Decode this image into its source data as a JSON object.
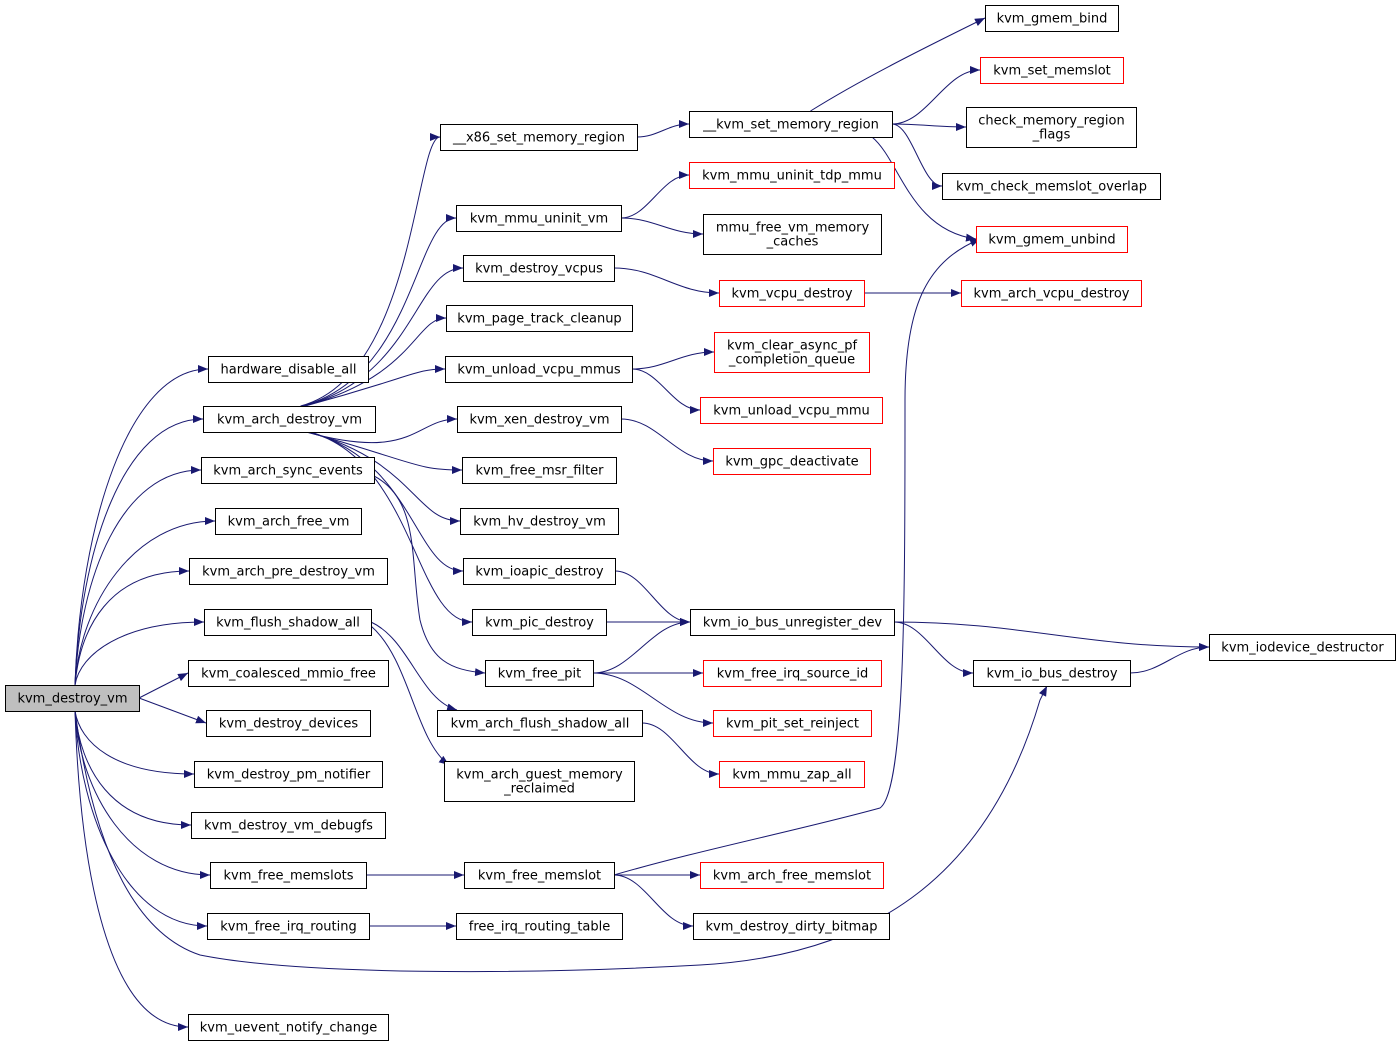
{
  "colors": {
    "edge": "#191970",
    "root_fill": "#bfbfbf",
    "node_fill": "#ffffff",
    "node_border": "#000000",
    "truncated_border": "#ff0000"
  },
  "nodes": {
    "kvm_destroy_vm": {
      "lines": [
        "kvm_destroy_vm"
      ],
      "kind": "root"
    },
    "hardware_disable_all": {
      "lines": [
        "hardware_disable_all"
      ],
      "kind": "normal"
    },
    "kvm_arch_destroy_vm": {
      "lines": [
        "kvm_arch_destroy_vm"
      ],
      "kind": "normal"
    },
    "kvm_arch_sync_events": {
      "lines": [
        "kvm_arch_sync_events"
      ],
      "kind": "normal"
    },
    "kvm_arch_free_vm": {
      "lines": [
        "kvm_arch_free_vm"
      ],
      "kind": "normal"
    },
    "kvm_arch_pre_destroy_vm": {
      "lines": [
        "kvm_arch_pre_destroy_vm"
      ],
      "kind": "normal"
    },
    "kvm_flush_shadow_all": {
      "lines": [
        "kvm_flush_shadow_all"
      ],
      "kind": "normal"
    },
    "kvm_coalesced_mmio_free": {
      "lines": [
        "kvm_coalesced_mmio_free"
      ],
      "kind": "normal"
    },
    "kvm_destroy_devices": {
      "lines": [
        "kvm_destroy_devices"
      ],
      "kind": "normal"
    },
    "kvm_destroy_pm_notifier": {
      "lines": [
        "kvm_destroy_pm_notifier"
      ],
      "kind": "normal"
    },
    "kvm_destroy_vm_debugfs": {
      "lines": [
        "kvm_destroy_vm_debugfs"
      ],
      "kind": "normal"
    },
    "kvm_free_memslots": {
      "lines": [
        "kvm_free_memslots"
      ],
      "kind": "normal"
    },
    "kvm_free_irq_routing": {
      "lines": [
        "kvm_free_irq_routing"
      ],
      "kind": "normal"
    },
    "kvm_uevent_notify_change": {
      "lines": [
        "kvm_uevent_notify_change"
      ],
      "kind": "normal"
    },
    "__x86_set_memory_region": {
      "lines": [
        "__x86_set_memory_region"
      ],
      "kind": "normal"
    },
    "kvm_mmu_uninit_vm": {
      "lines": [
        "kvm_mmu_uninit_vm"
      ],
      "kind": "normal"
    },
    "kvm_destroy_vcpus": {
      "lines": [
        "kvm_destroy_vcpus"
      ],
      "kind": "normal"
    },
    "kvm_page_track_cleanup": {
      "lines": [
        "kvm_page_track_cleanup"
      ],
      "kind": "normal"
    },
    "kvm_unload_vcpu_mmus": {
      "lines": [
        "kvm_unload_vcpu_mmus"
      ],
      "kind": "normal"
    },
    "kvm_xen_destroy_vm": {
      "lines": [
        "kvm_xen_destroy_vm"
      ],
      "kind": "normal"
    },
    "kvm_free_msr_filter": {
      "lines": [
        "kvm_free_msr_filter"
      ],
      "kind": "normal"
    },
    "kvm_hv_destroy_vm": {
      "lines": [
        "kvm_hv_destroy_vm"
      ],
      "kind": "normal"
    },
    "kvm_ioapic_destroy": {
      "lines": [
        "kvm_ioapic_destroy"
      ],
      "kind": "normal"
    },
    "kvm_pic_destroy": {
      "lines": [
        "kvm_pic_destroy"
      ],
      "kind": "normal"
    },
    "kvm_free_pit": {
      "lines": [
        "kvm_free_pit"
      ],
      "kind": "normal"
    },
    "kvm_arch_flush_shadow_all": {
      "lines": [
        "kvm_arch_flush_shadow_all"
      ],
      "kind": "normal"
    },
    "kvm_arch_guest_memory_reclaimed": {
      "lines": [
        "kvm_arch_guest_memory",
        "_reclaimed"
      ],
      "kind": "normal"
    },
    "kvm_free_memslot": {
      "lines": [
        "kvm_free_memslot"
      ],
      "kind": "normal"
    },
    "free_irq_routing_table": {
      "lines": [
        "free_irq_routing_table"
      ],
      "kind": "normal"
    },
    "__kvm_set_memory_region": {
      "lines": [
        "__kvm_set_memory_region"
      ],
      "kind": "normal"
    },
    "kvm_mmu_uninit_tdp_mmu": {
      "lines": [
        "kvm_mmu_uninit_tdp_mmu"
      ],
      "kind": "truncated"
    },
    "mmu_free_vm_memory_caches": {
      "lines": [
        "mmu_free_vm_memory",
        "_caches"
      ],
      "kind": "normal"
    },
    "kvm_vcpu_destroy": {
      "lines": [
        "kvm_vcpu_destroy"
      ],
      "kind": "truncated"
    },
    "kvm_clear_async_pf_completion_queue": {
      "lines": [
        "kvm_clear_async_pf",
        "_completion_queue"
      ],
      "kind": "truncated"
    },
    "kvm_unload_vcpu_mmu": {
      "lines": [
        "kvm_unload_vcpu_mmu"
      ],
      "kind": "truncated"
    },
    "kvm_gpc_deactivate": {
      "lines": [
        "kvm_gpc_deactivate"
      ],
      "kind": "truncated"
    },
    "kvm_io_bus_unregister_dev": {
      "lines": [
        "kvm_io_bus_unregister_dev"
      ],
      "kind": "normal"
    },
    "kvm_free_irq_source_id": {
      "lines": [
        "kvm_free_irq_source_id"
      ],
      "kind": "truncated"
    },
    "kvm_pit_set_reinject": {
      "lines": [
        "kvm_pit_set_reinject"
      ],
      "kind": "truncated"
    },
    "kvm_mmu_zap_all": {
      "lines": [
        "kvm_mmu_zap_all"
      ],
      "kind": "truncated"
    },
    "kvm_arch_free_memslot": {
      "lines": [
        "kvm_arch_free_memslot"
      ],
      "kind": "truncated"
    },
    "kvm_destroy_dirty_bitmap": {
      "lines": [
        "kvm_destroy_dirty_bitmap"
      ],
      "kind": "normal"
    },
    "kvm_gmem_bind": {
      "lines": [
        "kvm_gmem_bind"
      ],
      "kind": "normal"
    },
    "kvm_set_memslot": {
      "lines": [
        "kvm_set_memslot"
      ],
      "kind": "truncated"
    },
    "check_memory_region_flags": {
      "lines": [
        "check_memory_region",
        "_flags"
      ],
      "kind": "normal"
    },
    "kvm_check_memslot_overlap": {
      "lines": [
        "kvm_check_memslot_overlap"
      ],
      "kind": "normal"
    },
    "kvm_gmem_unbind": {
      "lines": [
        "kvm_gmem_unbind"
      ],
      "kind": "truncated"
    },
    "kvm_arch_vcpu_destroy": {
      "lines": [
        "kvm_arch_vcpu_destroy"
      ],
      "kind": "truncated"
    },
    "kvm_io_bus_destroy": {
      "lines": [
        "kvm_io_bus_destroy"
      ],
      "kind": "normal"
    },
    "kvm_iodevice_destructor": {
      "lines": [
        "kvm_iodevice_destructor"
      ],
      "kind": "normal"
    }
  },
  "edges": [
    [
      "kvm_destroy_vm",
      "hardware_disable_all"
    ],
    [
      "kvm_destroy_vm",
      "kvm_arch_destroy_vm"
    ],
    [
      "kvm_destroy_vm",
      "kvm_arch_sync_events"
    ],
    [
      "kvm_destroy_vm",
      "kvm_arch_free_vm"
    ],
    [
      "kvm_destroy_vm",
      "kvm_arch_pre_destroy_vm"
    ],
    [
      "kvm_destroy_vm",
      "kvm_flush_shadow_all"
    ],
    [
      "kvm_destroy_vm",
      "kvm_coalesced_mmio_free"
    ],
    [
      "kvm_destroy_vm",
      "kvm_destroy_devices"
    ],
    [
      "kvm_destroy_vm",
      "kvm_destroy_pm_notifier"
    ],
    [
      "kvm_destroy_vm",
      "kvm_destroy_vm_debugfs"
    ],
    [
      "kvm_destroy_vm",
      "kvm_free_memslots"
    ],
    [
      "kvm_destroy_vm",
      "kvm_free_irq_routing"
    ],
    [
      "kvm_destroy_vm",
      "kvm_uevent_notify_change"
    ],
    [
      "kvm_destroy_vm",
      "kvm_io_bus_destroy"
    ],
    [
      "kvm_arch_destroy_vm",
      "__x86_set_memory_region"
    ],
    [
      "kvm_arch_destroy_vm",
      "kvm_mmu_uninit_vm"
    ],
    [
      "kvm_arch_destroy_vm",
      "kvm_destroy_vcpus"
    ],
    [
      "kvm_arch_destroy_vm",
      "kvm_page_track_cleanup"
    ],
    [
      "kvm_arch_destroy_vm",
      "kvm_unload_vcpu_mmus"
    ],
    [
      "kvm_arch_destroy_vm",
      "kvm_xen_destroy_vm"
    ],
    [
      "kvm_arch_destroy_vm",
      "kvm_free_msr_filter"
    ],
    [
      "kvm_arch_destroy_vm",
      "kvm_hv_destroy_vm"
    ],
    [
      "kvm_arch_destroy_vm",
      "kvm_ioapic_destroy"
    ],
    [
      "kvm_arch_destroy_vm",
      "kvm_pic_destroy"
    ],
    [
      "kvm_arch_sync_events",
      "kvm_free_pit"
    ],
    [
      "kvm_flush_shadow_all",
      "kvm_arch_flush_shadow_all"
    ],
    [
      "kvm_flush_shadow_all",
      "kvm_arch_guest_memory_reclaimed"
    ],
    [
      "kvm_free_memslots",
      "kvm_free_memslot"
    ],
    [
      "kvm_free_irq_routing",
      "free_irq_routing_table"
    ],
    [
      "__x86_set_memory_region",
      "__kvm_set_memory_region"
    ],
    [
      "kvm_mmu_uninit_vm",
      "kvm_mmu_uninit_tdp_mmu"
    ],
    [
      "kvm_mmu_uninit_vm",
      "mmu_free_vm_memory_caches"
    ],
    [
      "kvm_destroy_vcpus",
      "kvm_vcpu_destroy"
    ],
    [
      "kvm_unload_vcpu_mmus",
      "kvm_clear_async_pf_completion_queue"
    ],
    [
      "kvm_unload_vcpu_mmus",
      "kvm_unload_vcpu_mmu"
    ],
    [
      "kvm_xen_destroy_vm",
      "kvm_gpc_deactivate"
    ],
    [
      "kvm_ioapic_destroy",
      "kvm_io_bus_unregister_dev"
    ],
    [
      "kvm_pic_destroy",
      "kvm_io_bus_unregister_dev"
    ],
    [
      "kvm_free_pit",
      "kvm_io_bus_unregister_dev"
    ],
    [
      "kvm_free_pit",
      "kvm_free_irq_source_id"
    ],
    [
      "kvm_free_pit",
      "kvm_pit_set_reinject"
    ],
    [
      "kvm_arch_flush_shadow_all",
      "kvm_mmu_zap_all"
    ],
    [
      "kvm_free_memslot",
      "kvm_arch_free_memslot"
    ],
    [
      "kvm_free_memslot",
      "kvm_destroy_dirty_bitmap"
    ],
    [
      "kvm_free_memslot",
      "kvm_gmem_unbind"
    ],
    [
      "__kvm_set_memory_region",
      "kvm_gmem_bind"
    ],
    [
      "__kvm_set_memory_region",
      "kvm_set_memslot"
    ],
    [
      "__kvm_set_memory_region",
      "check_memory_region_flags"
    ],
    [
      "__kvm_set_memory_region",
      "kvm_check_memslot_overlap"
    ],
    [
      "__kvm_set_memory_region",
      "kvm_gmem_unbind"
    ],
    [
      "kvm_vcpu_destroy",
      "kvm_arch_vcpu_destroy"
    ],
    [
      "kvm_io_bus_unregister_dev",
      "kvm_io_bus_destroy"
    ],
    [
      "kvm_io_bus_unregister_dev",
      "kvm_iodevice_destructor"
    ],
    [
      "kvm_io_bus_destroy",
      "kvm_iodevice_destructor"
    ]
  ]
}
